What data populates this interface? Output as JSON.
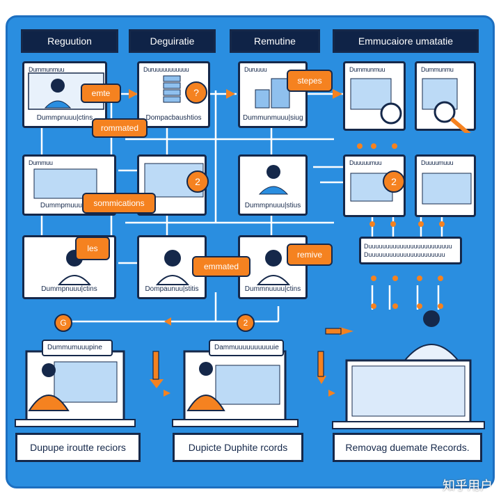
{
  "headers": [
    "Reguution",
    "Deguiratie",
    "Remutine",
    "Emmucaiore umatatie"
  ],
  "cards": {
    "c1_title": "Dummunmuu",
    "c1_cap": "Dummpnuuu|ctins",
    "c2_title": "Duruuuuuuuuuuu",
    "c2_cap": "Dompacbaushtios",
    "c3_title": "Duruuuu",
    "c3_cap": "Dummunmuuu|siug",
    "c4_title": "Dummunmuu",
    "c5_title": "Dummunmu",
    "c6_title": "Dummuu",
    "c6_cap": "Dummpmuuu|ctins",
    "c8_cap": "Dummpnuuu|stius",
    "c9_title": "Duuuuumuu",
    "c10_title": "Duuuumuuu",
    "c11_cap": "Dummpnuuu|ctins",
    "c12_cap": "Dompaunuu|stitis",
    "c13_cap": "Dummnuuuu|ctins"
  },
  "tags": {
    "emte": "emte",
    "rommated": "rommated",
    "stepes": "stepes",
    "sommications": "sommications",
    "les": "les",
    "emmated": "emmated",
    "remive": "remive"
  },
  "badges": {
    "q": "?",
    "two_a": "2",
    "two_b": "2",
    "g": "G",
    "two_c": "2"
  },
  "long_box": {
    "line1": "Duuuuuuuuuuuuuuuuuuuuuuuu",
    "line2": "Duuuuuuuuuuuuuuuuuuuuuu"
  },
  "laptop_labels": [
    "Dummumuuupine",
    "Dammuuuuuuuuuuie"
  ],
  "bottom_labels": [
    "Dupupe iroutte reciors",
    "Dupicte Duphite rcords",
    "Removag duemate Records."
  ],
  "watermark": "知乎用户",
  "colors": {
    "blue": "#2a8ee0",
    "navy": "#15284a",
    "orange": "#f58220"
  }
}
